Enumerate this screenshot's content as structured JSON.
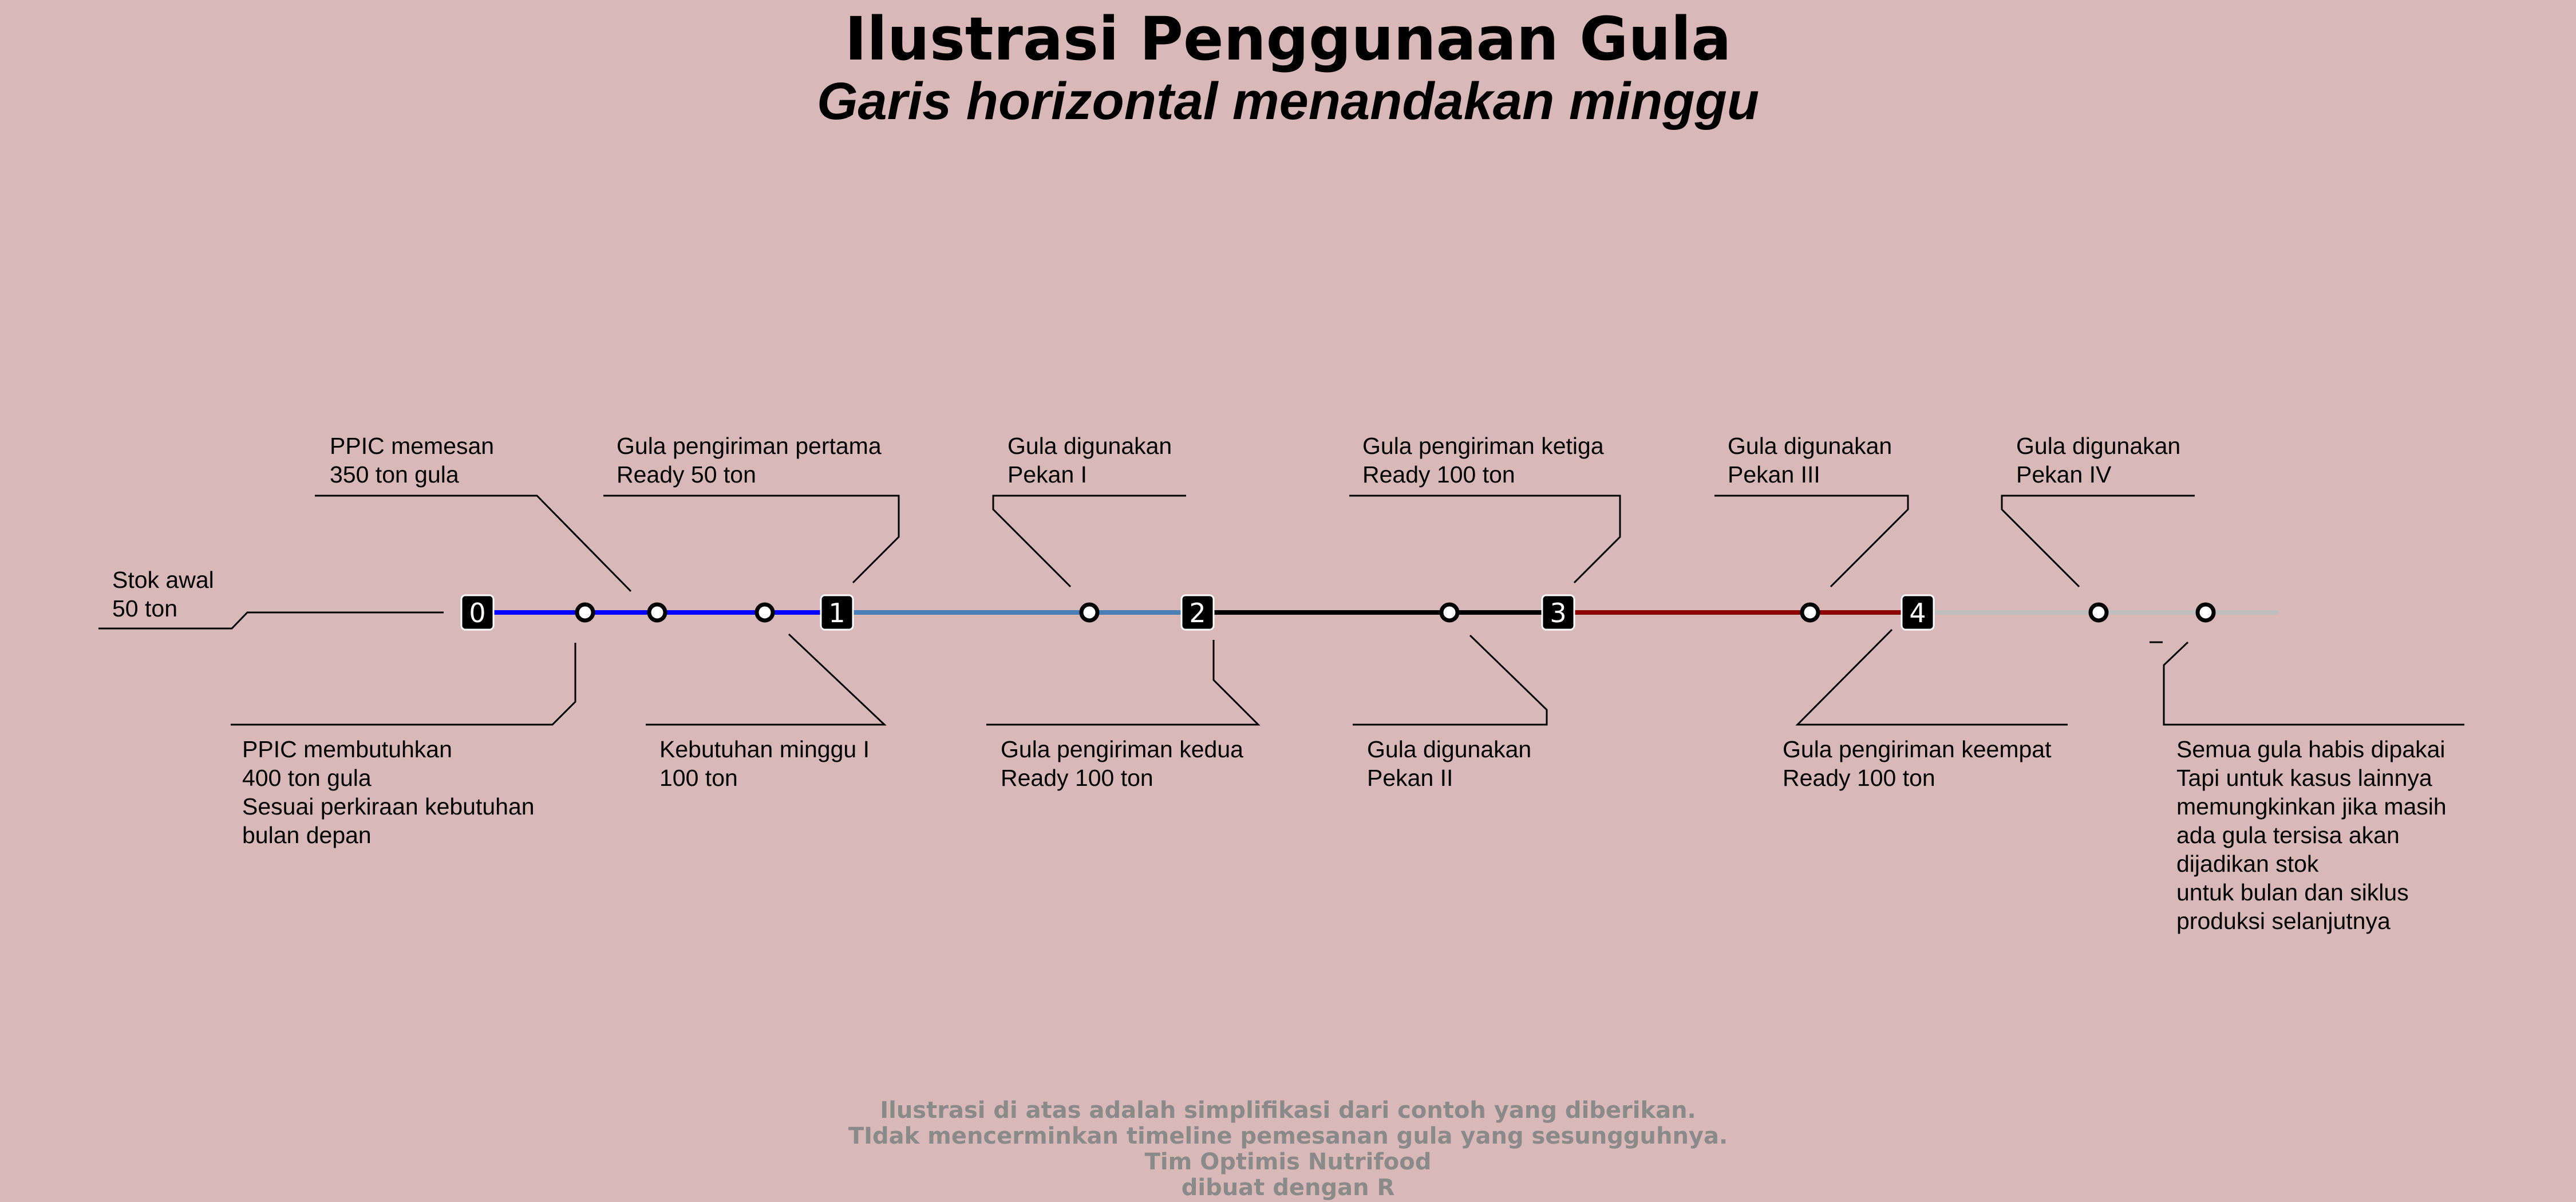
{
  "title": "Ilustrasi Penggunaan Gula",
  "subtitle": "Garis horizontal menandakan minggu",
  "markers": [
    "0",
    "1",
    "2",
    "3",
    "4"
  ],
  "annotations": {
    "stok_awal": [
      "Stok awal",
      "50 ton"
    ],
    "ppic_memesan": [
      "PPIC memesan",
      "350 ton gula"
    ],
    "ppic_membutuhkan": [
      "PPIC membutuhkan",
      "400 ton gula",
      "Sesuai perkiraan kebutuhan",
      "bulan depan"
    ],
    "pengiriman_pertama": [
      "Gula pengiriman pertama",
      "Ready 50 ton"
    ],
    "kebutuhan_minggu_1": [
      "Kebutuhan minggu I",
      "100 ton"
    ],
    "digunakan_pekan_1": [
      "Gula digunakan",
      "Pekan I"
    ],
    "pengiriman_kedua": [
      "Gula pengiriman kedua",
      "Ready 100 ton"
    ],
    "pengiriman_ketiga": [
      "Gula pengiriman ketiga",
      "Ready 100 ton"
    ],
    "digunakan_pekan_2": [
      "Gula digunakan",
      "Pekan II"
    ],
    "digunakan_pekan_3": [
      "Gula digunakan",
      "Pekan III"
    ],
    "pengiriman_keempat": [
      "Gula pengiriman keempat",
      "Ready 100 ton"
    ],
    "digunakan_pekan_4": [
      "Gula digunakan",
      "Pekan IV"
    ],
    "semua_habis": [
      "Semua gula habis dipakai",
      "Tapi untuk kasus lainnya",
      "memungkinkan jika masih",
      "ada gula tersisa akan",
      "dijadikan stok",
      "untuk bulan dan siklus",
      "produksi selanjutnya"
    ]
  },
  "footer": [
    "Ilustrasi di atas adalah simplifikasi dari contoh yang diberikan.",
    "TIdak mencerminkan timeline pemesanan gula yang sesungguhnya.",
    "Tim Optimis Nutrifood",
    "dibuat dengan R"
  ],
  "colors": {
    "background": "#d9b8b8",
    "week_0": "#0000ff",
    "week_1": "#4a7fb5",
    "week_2": "#000000",
    "week_3": "#8b0000",
    "week_4": "#bfbfbf",
    "footer_text": "#8a8a8a"
  }
}
